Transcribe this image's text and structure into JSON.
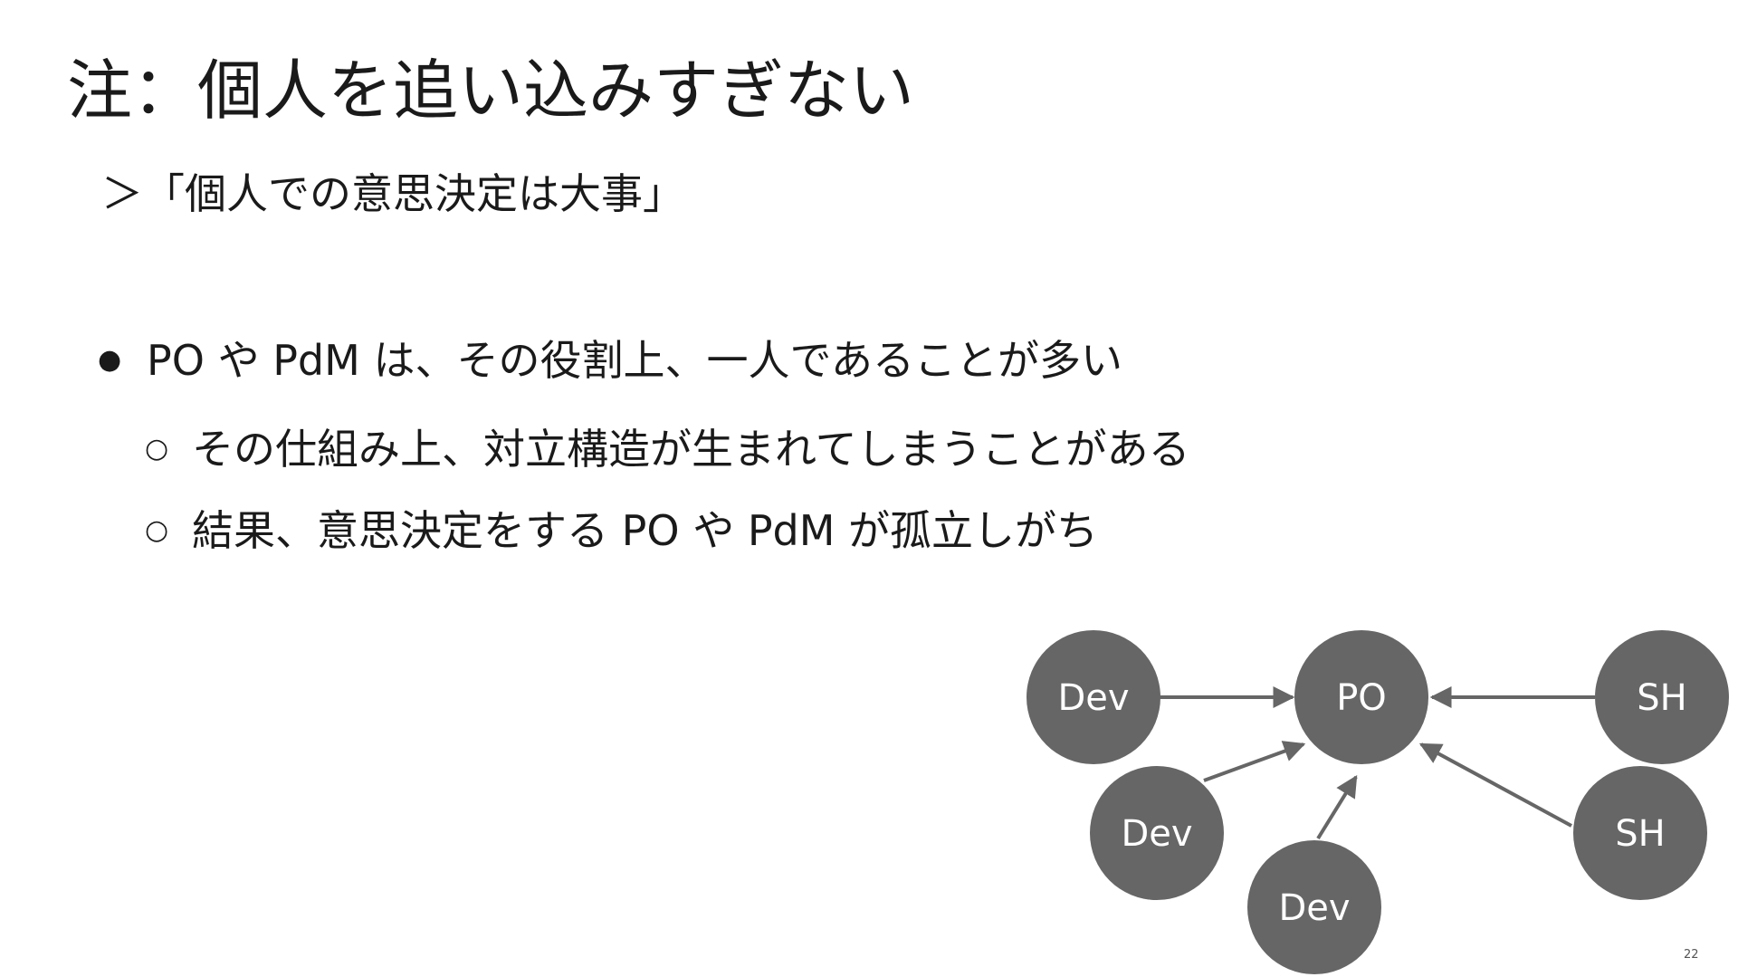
{
  "slide": {
    "title": "注：個人を追い込みすぎない",
    "subtitle": "＞「個人での意思決定は大事」",
    "bullets": [
      {
        "marker": "●",
        "text": "PO や PdM は、その役割上、一人であることが多い"
      },
      {
        "marker": "○",
        "text": "その仕組み上、対立構造が生まれてしまうことがある"
      },
      {
        "marker": "○",
        "text": "結果、意思決定をする PO や PdM が孤立しがち"
      }
    ],
    "page_number": "22"
  },
  "diagram": {
    "node_color": "#666666",
    "arrow_color": "#666666",
    "nodes": {
      "dev_top": "Dev",
      "po": "PO",
      "sh_top": "SH",
      "dev_mid": "Dev",
      "dev_bottom": "Dev",
      "sh_mid": "SH"
    }
  }
}
